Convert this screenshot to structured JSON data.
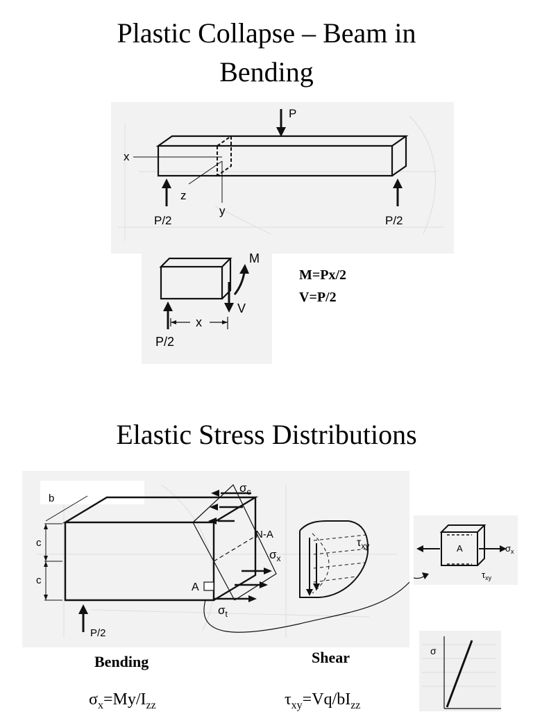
{
  "slide1": {
    "title_line1": "Plastic Collapse – Beam in",
    "title_line2": "Bending",
    "labels": {
      "P": "P",
      "x": "x",
      "z": "z",
      "y": "y",
      "P2_left": "P/2",
      "P2_right": "P/2"
    },
    "freebody": {
      "M": "M",
      "V": "V",
      "x": "x",
      "P2": "P/2"
    },
    "equations": [
      "M=Px/2",
      "V=P/2"
    ]
  },
  "slide2": {
    "title": "Elastic Stress Distributions",
    "labels": {
      "b": "b",
      "c_top": "c",
      "c_bottom": "c",
      "sigma_c": "σ",
      "sigma_c_sub": "c",
      "NA": "N-A",
      "sigma_x": "σ",
      "sigma_x_sub": "x",
      "A": "A",
      "sigma_t": "σ",
      "sigma_t_sub": "t",
      "P2": "P/2",
      "tau": "τ",
      "tau_sub": "xy",
      "element_A": "A",
      "element_sigma": "σ",
      "element_sigma_sub": "x",
      "element_tau": "τ",
      "element_tau_sub": "xy",
      "graph_sigma": "σ"
    },
    "captions": {
      "bending": "Bending",
      "shear": "Shear"
    },
    "formulas": {
      "bending": {
        "lhs": "σ",
        "lhs_sub": "x",
        "rhs": "=My/I",
        "rhs_sub": "zz"
      },
      "shear": {
        "lhs": "τ",
        "lhs_sub": "xy",
        "rhs": "=Vq/bI",
        "rhs_sub": "zz"
      }
    }
  }
}
